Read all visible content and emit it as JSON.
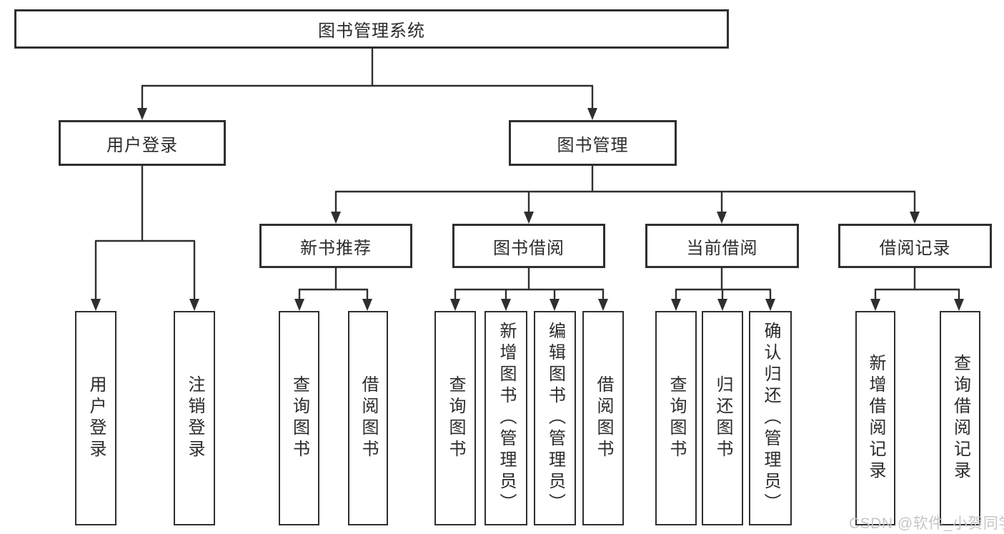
{
  "diagram": {
    "title": "图书管理系统",
    "branches": [
      {
        "label": "用户登录",
        "children": [
          {
            "label": "用户登录"
          },
          {
            "label": "注销登录"
          }
        ]
      },
      {
        "label": "图书管理",
        "children": [
          {
            "label": "新书推荐",
            "children": [
              {
                "label": "查询图书"
              },
              {
                "label": "借阅图书"
              }
            ]
          },
          {
            "label": "图书借阅",
            "children": [
              {
                "label": "查询图书"
              },
              {
                "label": "新增图书（管理员）"
              },
              {
                "label": "编辑图书（管理员）"
              },
              {
                "label": "借阅图书"
              }
            ]
          },
          {
            "label": "当前借阅",
            "children": [
              {
                "label": "查询图书"
              },
              {
                "label": "归还图书"
              },
              {
                "label": "确认归还（管理员）"
              }
            ]
          },
          {
            "label": "借阅记录",
            "children": [
              {
                "label": "新增借阅记录"
              },
              {
                "label": "查询借阅记录"
              }
            ]
          }
        ]
      }
    ]
  },
  "watermark": "CSDN @软件_小贺同学",
  "colors": {
    "line": "#2f2f2f",
    "text": "#2b2b2b",
    "box_background": "#ffffff",
    "page_background": "#ffffff",
    "watermark": "#c6c6c6"
  }
}
